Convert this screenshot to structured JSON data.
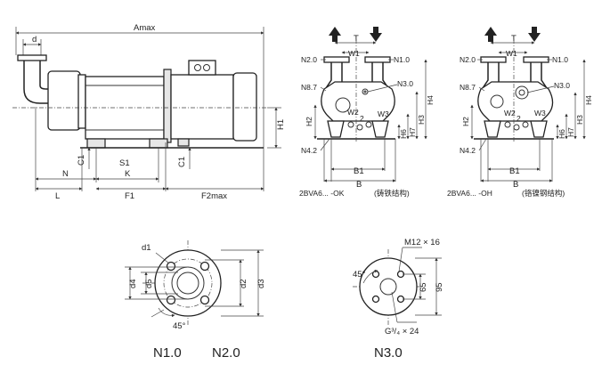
{
  "side_view": {
    "labels": {
      "amax": "Amax",
      "d": "d",
      "n": "N",
      "l": "L",
      "k": "K",
      "f1": "F1",
      "f2max": "F2max",
      "s1": "S1",
      "c1_left": "C1",
      "c1_right": "C1",
      "h1": "H1"
    }
  },
  "front_view_ok": {
    "labels": {
      "t": "T",
      "w1": "W1",
      "n2": "N2.0",
      "n1": "N1.0",
      "n8": "N8.7",
      "n3": "N3.0",
      "w2": "W2",
      "w3": "W3",
      "n4": "N4.2",
      "h2": "H2",
      "h3": "H3",
      "h4": "H4",
      "h6": "H6",
      "h7": "H7",
      "b1": "B1",
      "b": "B",
      "num2": "2"
    },
    "model": "2BVA6... -OK",
    "note": "(铸铁结构)"
  },
  "front_view_oh": {
    "labels": {
      "t": "T",
      "w1": "W1",
      "n2": "N2.0",
      "n1": "N1.0",
      "n8": "N8.7",
      "n3": "N3.0",
      "w2": "W2",
      "w3": "W3",
      "n4": "N4.2",
      "h2": "H2",
      "h3": "H3",
      "h4": "H4",
      "h6": "H6",
      "h7": "H7",
      "b1": "B1",
      "b": "B",
      "num2": "2"
    },
    "model": "2BVA6... -OH",
    "note": "(铬镍钢结构)"
  },
  "flange_n1": {
    "labels": {
      "d1": "d1",
      "d2": "d2",
      "d3": "d3",
      "d4": "d4",
      "d5": "d5",
      "angle": "45°"
    },
    "caption_a": "N1.0",
    "caption_b": "N2.0"
  },
  "flange_n3": {
    "labels": {
      "thread": "M12 × 16",
      "angle": "45°",
      "dim65": "65",
      "dim95": "95",
      "pipe": "G³/₄ × 24"
    },
    "caption": "N3.0"
  }
}
